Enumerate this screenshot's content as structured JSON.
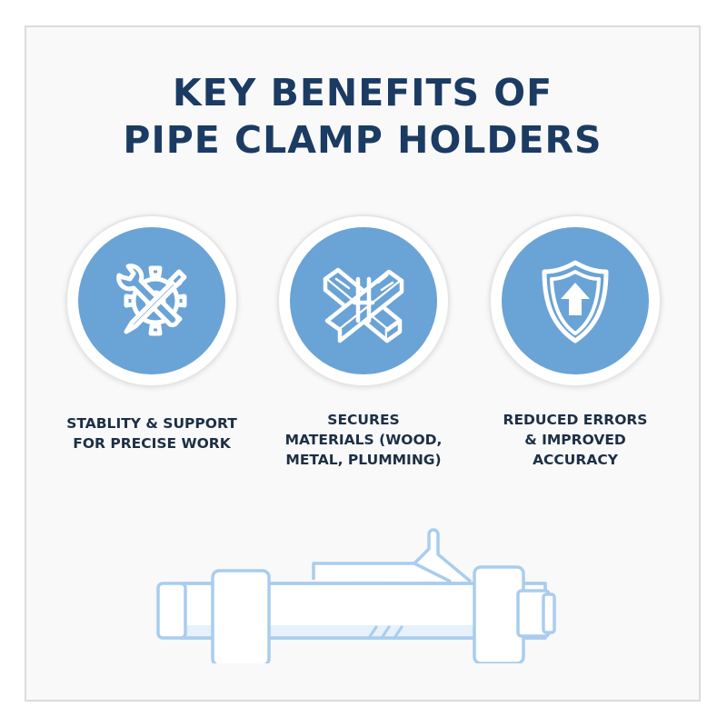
{
  "title": {
    "line1": "KEY BENEFITS OF",
    "line2": "PIPE CLAMP HOLDERS"
  },
  "benefits": [
    {
      "icon": "wrench-gear-icon",
      "lines": [
        "STABLITY & SUPPORT",
        "FOR PRECISE WORK"
      ]
    },
    {
      "icon": "crossed-wood-icon",
      "lines": [
        "SECURES",
        "MATERIALS (WOOD,",
        "METAL, PLUMMING)"
      ]
    },
    {
      "icon": "shield-arrow-icon",
      "lines": [
        "REDUCED ERRORS",
        "& IMPROVED",
        "ACCURACY"
      ]
    }
  ],
  "colors": {
    "title": "#1b3b63",
    "icon_disc": "#6aa3d6",
    "label": "#1d2f45",
    "pipe_outline": "#a9cdee",
    "pipe_fill": "#e6f1fb"
  }
}
